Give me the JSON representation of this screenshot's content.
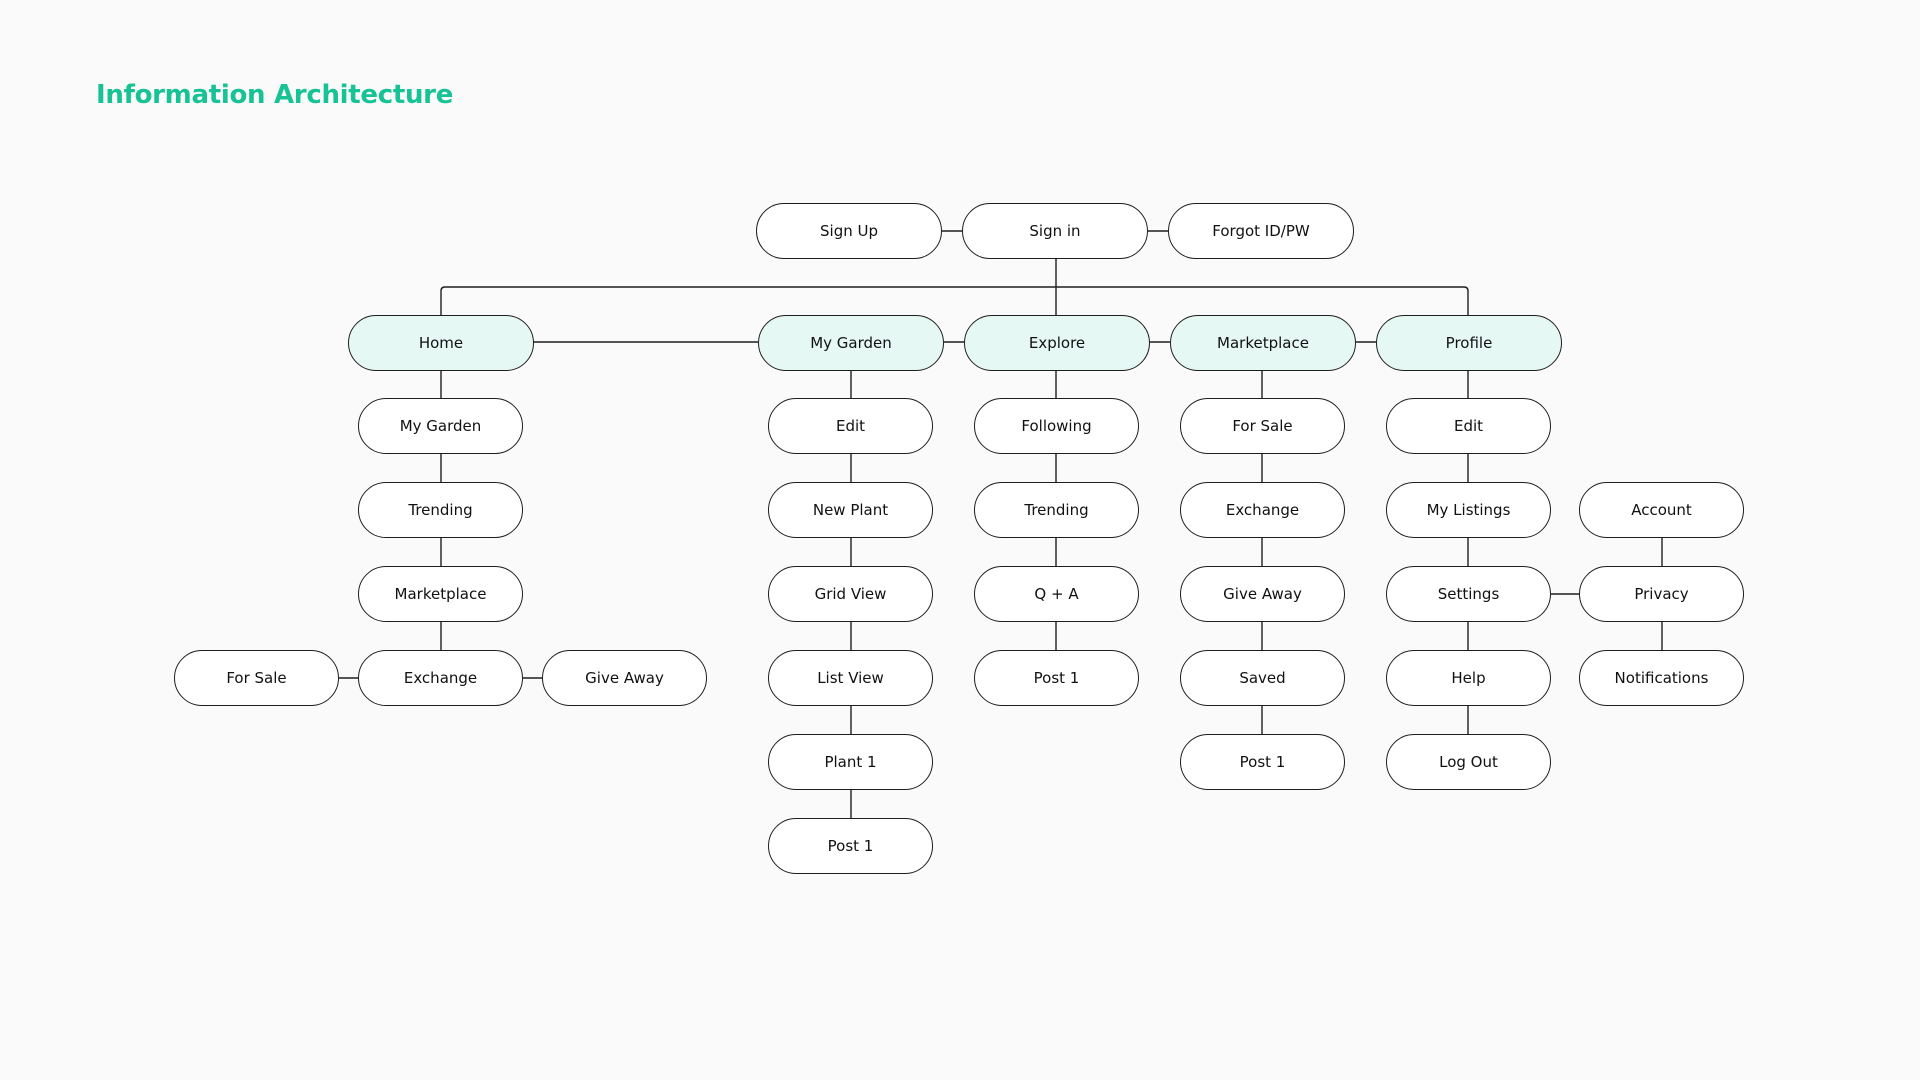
{
  "page": {
    "title": "Information Architecture",
    "accent_color": "#17c294",
    "primary_node_fill": "#e6f8f3"
  },
  "diagram": {
    "auth": {
      "sign_up": "Sign Up",
      "sign_in": "Sign in",
      "forgot": "Forgot ID/PW"
    },
    "home": {
      "label": "Home",
      "my_garden": "My Garden",
      "trending": "Trending",
      "marketplace": "Marketplace",
      "for_sale": "For Sale",
      "exchange": "Exchange",
      "give_away": "Give Away"
    },
    "my_garden": {
      "label": "My Garden",
      "edit": "Edit",
      "new_plant": "New Plant",
      "grid_view": "Grid View",
      "list_view": "List View",
      "plant_1": "Plant 1",
      "post_1": "Post 1"
    },
    "explore": {
      "label": "Explore",
      "following": "Following",
      "trending": "Trending",
      "qa": "Q + A",
      "post_1": "Post 1"
    },
    "marketplace": {
      "label": "Marketplace",
      "for_sale": "For Sale",
      "exchange": "Exchange",
      "give_away": "Give Away",
      "saved": "Saved",
      "post_1": "Post 1"
    },
    "profile": {
      "label": "Profile",
      "edit": "Edit",
      "my_listings": "My Listings",
      "settings": "Settings",
      "help": "Help",
      "log_out": "Log Out",
      "account": "Account",
      "privacy": "Privacy",
      "notifications": "Notifications"
    }
  }
}
